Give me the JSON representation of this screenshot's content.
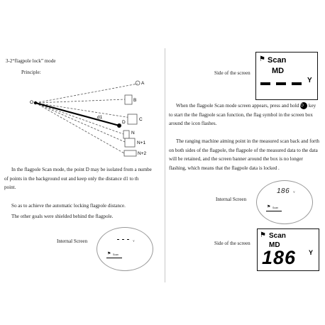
{
  "left": {
    "heading": "3-2“flagpole lock”   mode",
    "principle": "Principle:",
    "diagram_labels": {
      "origin": "O",
      "a": "A",
      "b": "B",
      "c": "C",
      "d": "D",
      "n": "N",
      "n1": "N+1",
      "n2": "N+2",
      "d1": "d1"
    },
    "para1_lines": [
      "In the flagpole Scan mode, the point D may be isolated from a numbe",
      "of points in the background out and keep only the distance d1 to th",
      "point."
    ],
    "para2": "So as to achieve the automatic locking flagpole distance.",
    "para3": "The other goals were shielded behind the flagpole.",
    "internal_screen_label": "Internal Screen",
    "internal_screen": {
      "scan": "Scan",
      "y": "Y"
    }
  },
  "right": {
    "side_label_1": "Side of the screen",
    "screen1": {
      "scan": "Scan",
      "md": "MD",
      "y": "Y"
    },
    "para1_a": "When the flagpole Scan mode screen appears, press and hold",
    "para1_key": "key",
    "para1_lines": [
      "to start the the flagpole scan function, the flag symbol in the screen box",
      "around the icon flashes."
    ],
    "para2_lines": [
      "The ranging machine aiming point in the measured scan back and forth",
      "on both sides of the flagpole, the flagpole of the measured data to the data",
      "will be retained, and the screen banner around the box is no longer",
      "flashing, which means that the flagpole data is locked ."
    ],
    "internal_screen_label": "Internal Screen",
    "internal_screen": {
      "value": "186",
      "y": "Y",
      "scan": "Scan"
    },
    "side_label_2": "Side of the screen",
    "screen2": {
      "scan": "Scan",
      "md": "MD",
      "value": "186",
      "y": "Y"
    }
  }
}
